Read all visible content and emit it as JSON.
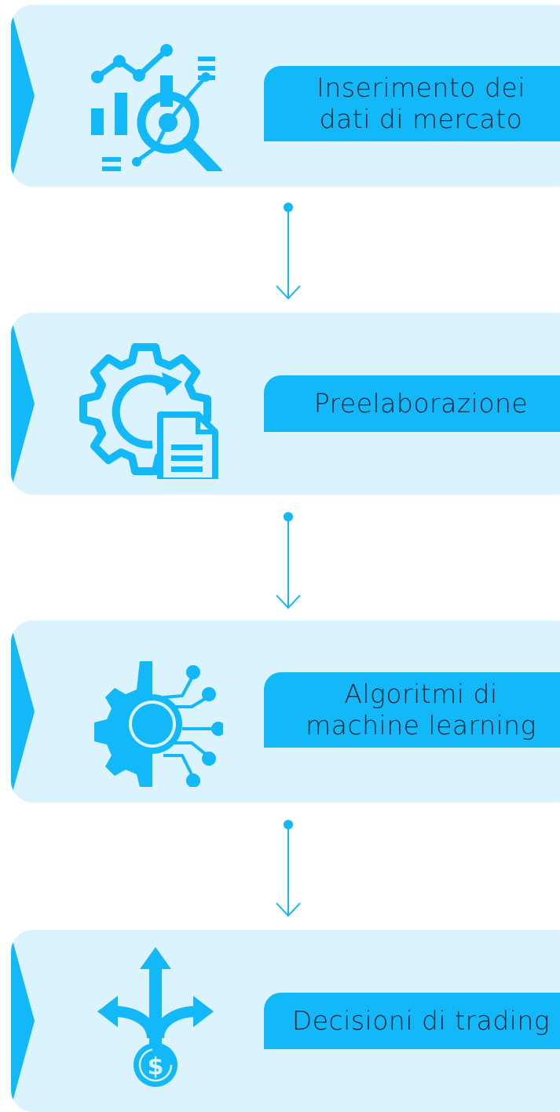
{
  "steps": [
    {
      "label": "Inserimento dei\ndati di mercato",
      "icon": "market-data-analysis-icon"
    },
    {
      "label": "Preelaborazione",
      "icon": "gear-document-icon"
    },
    {
      "label": "Algoritmi di\nmachine learning",
      "icon": "gear-network-icon"
    },
    {
      "label": "Decisioni di trading",
      "icon": "split-arrows-dollar-icon"
    }
  ],
  "colors": {
    "accent": "#12b8f7",
    "card_bg": "#daf3fc",
    "text": "#0a2233"
  }
}
